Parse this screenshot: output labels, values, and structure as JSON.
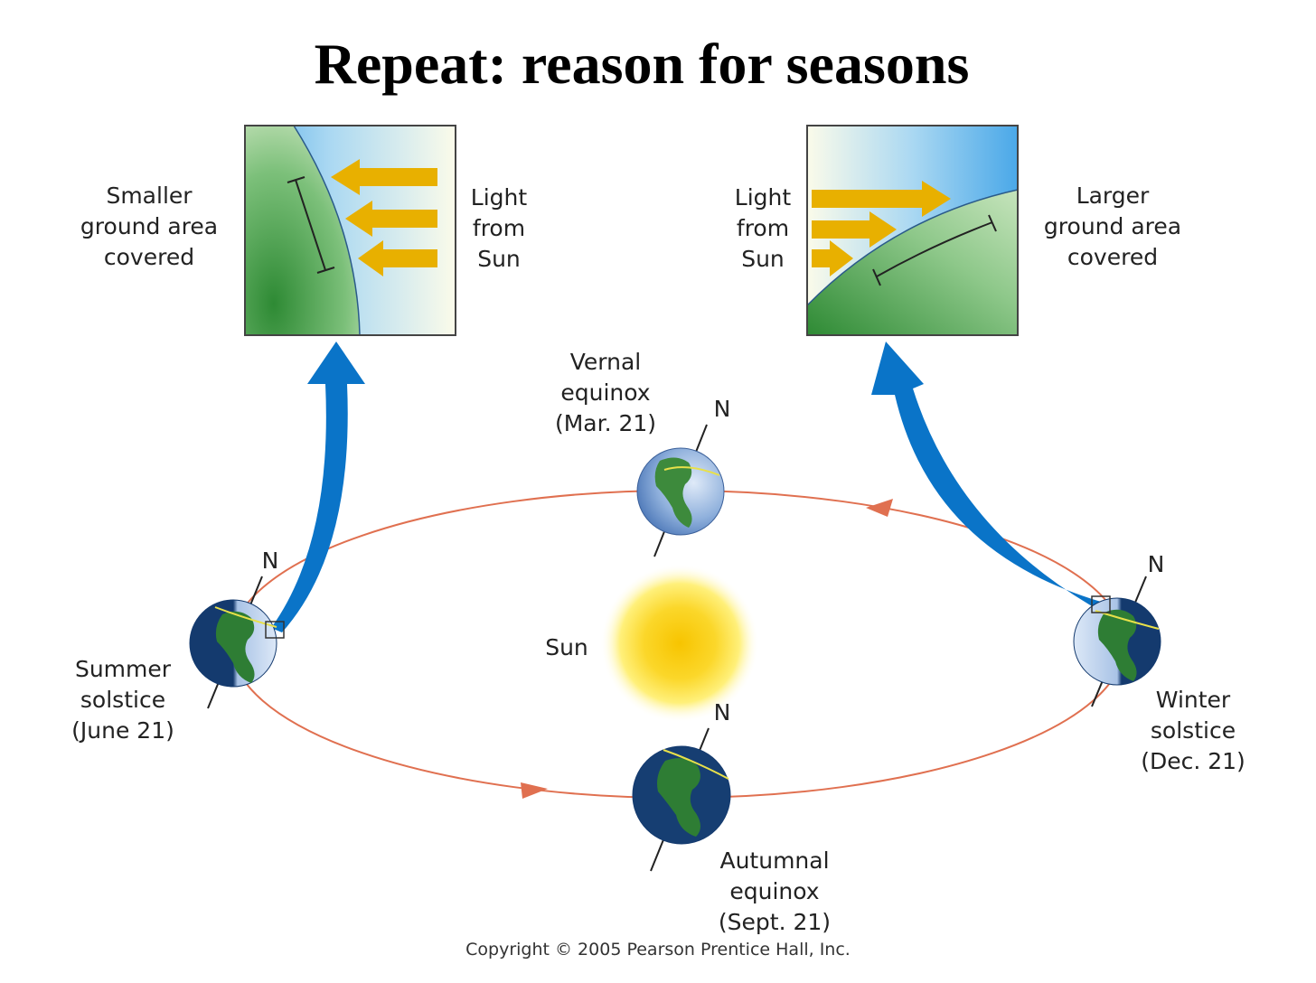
{
  "title": "Repeat: reason for seasons",
  "panels": {
    "left": {
      "label": "Smaller\nground area\ncovered",
      "light": "Light\nfrom\nSun"
    },
    "right": {
      "label": "Larger\nground area\ncovered",
      "light": "Light\nfrom\nSun"
    }
  },
  "orbit": {
    "sun": "Sun",
    "north": "N",
    "vernal": "Vernal\nequinox\n(Mar. 21)",
    "summer": "Summer\nsolstice\n(June 21)",
    "winter": "Winter\nsolstice\n(Dec. 21)",
    "autumnal": "Autumnal\nequinox\n(Sept. 21)"
  },
  "copyright": "Copyright © 2005 Pearson Prentice Hall, Inc.",
  "colors": {
    "arrow_blue": "#0a74c8",
    "sun_arrow": "#e8b000",
    "orbit": "#e07050",
    "ground": "#3a9a40",
    "sky": "#5ab0e8"
  }
}
